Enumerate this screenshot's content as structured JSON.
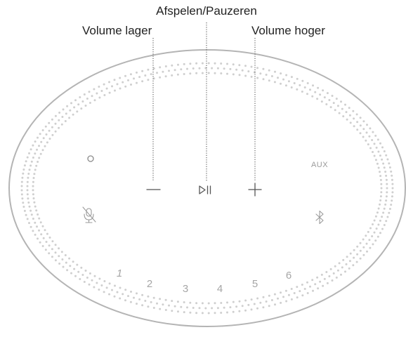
{
  "callouts": {
    "play_pause": "Afspelen/Pauzeren",
    "volume_down": "Volume lager",
    "volume_up": "Volume hoger"
  },
  "panel": {
    "aux_label": "AUX",
    "presets": [
      "1",
      "2",
      "3",
      "4",
      "5",
      "6"
    ]
  },
  "icons": [
    "action-circle-icon",
    "volume-minus-icon",
    "play-pause-icon",
    "volume-plus-icon",
    "microphone-off-icon",
    "bluetooth-icon"
  ],
  "colors": {
    "outline": "#b4b4b4",
    "dots": "#cfcfcf",
    "label_grey": "#9a9a9a",
    "text": "#222222"
  }
}
